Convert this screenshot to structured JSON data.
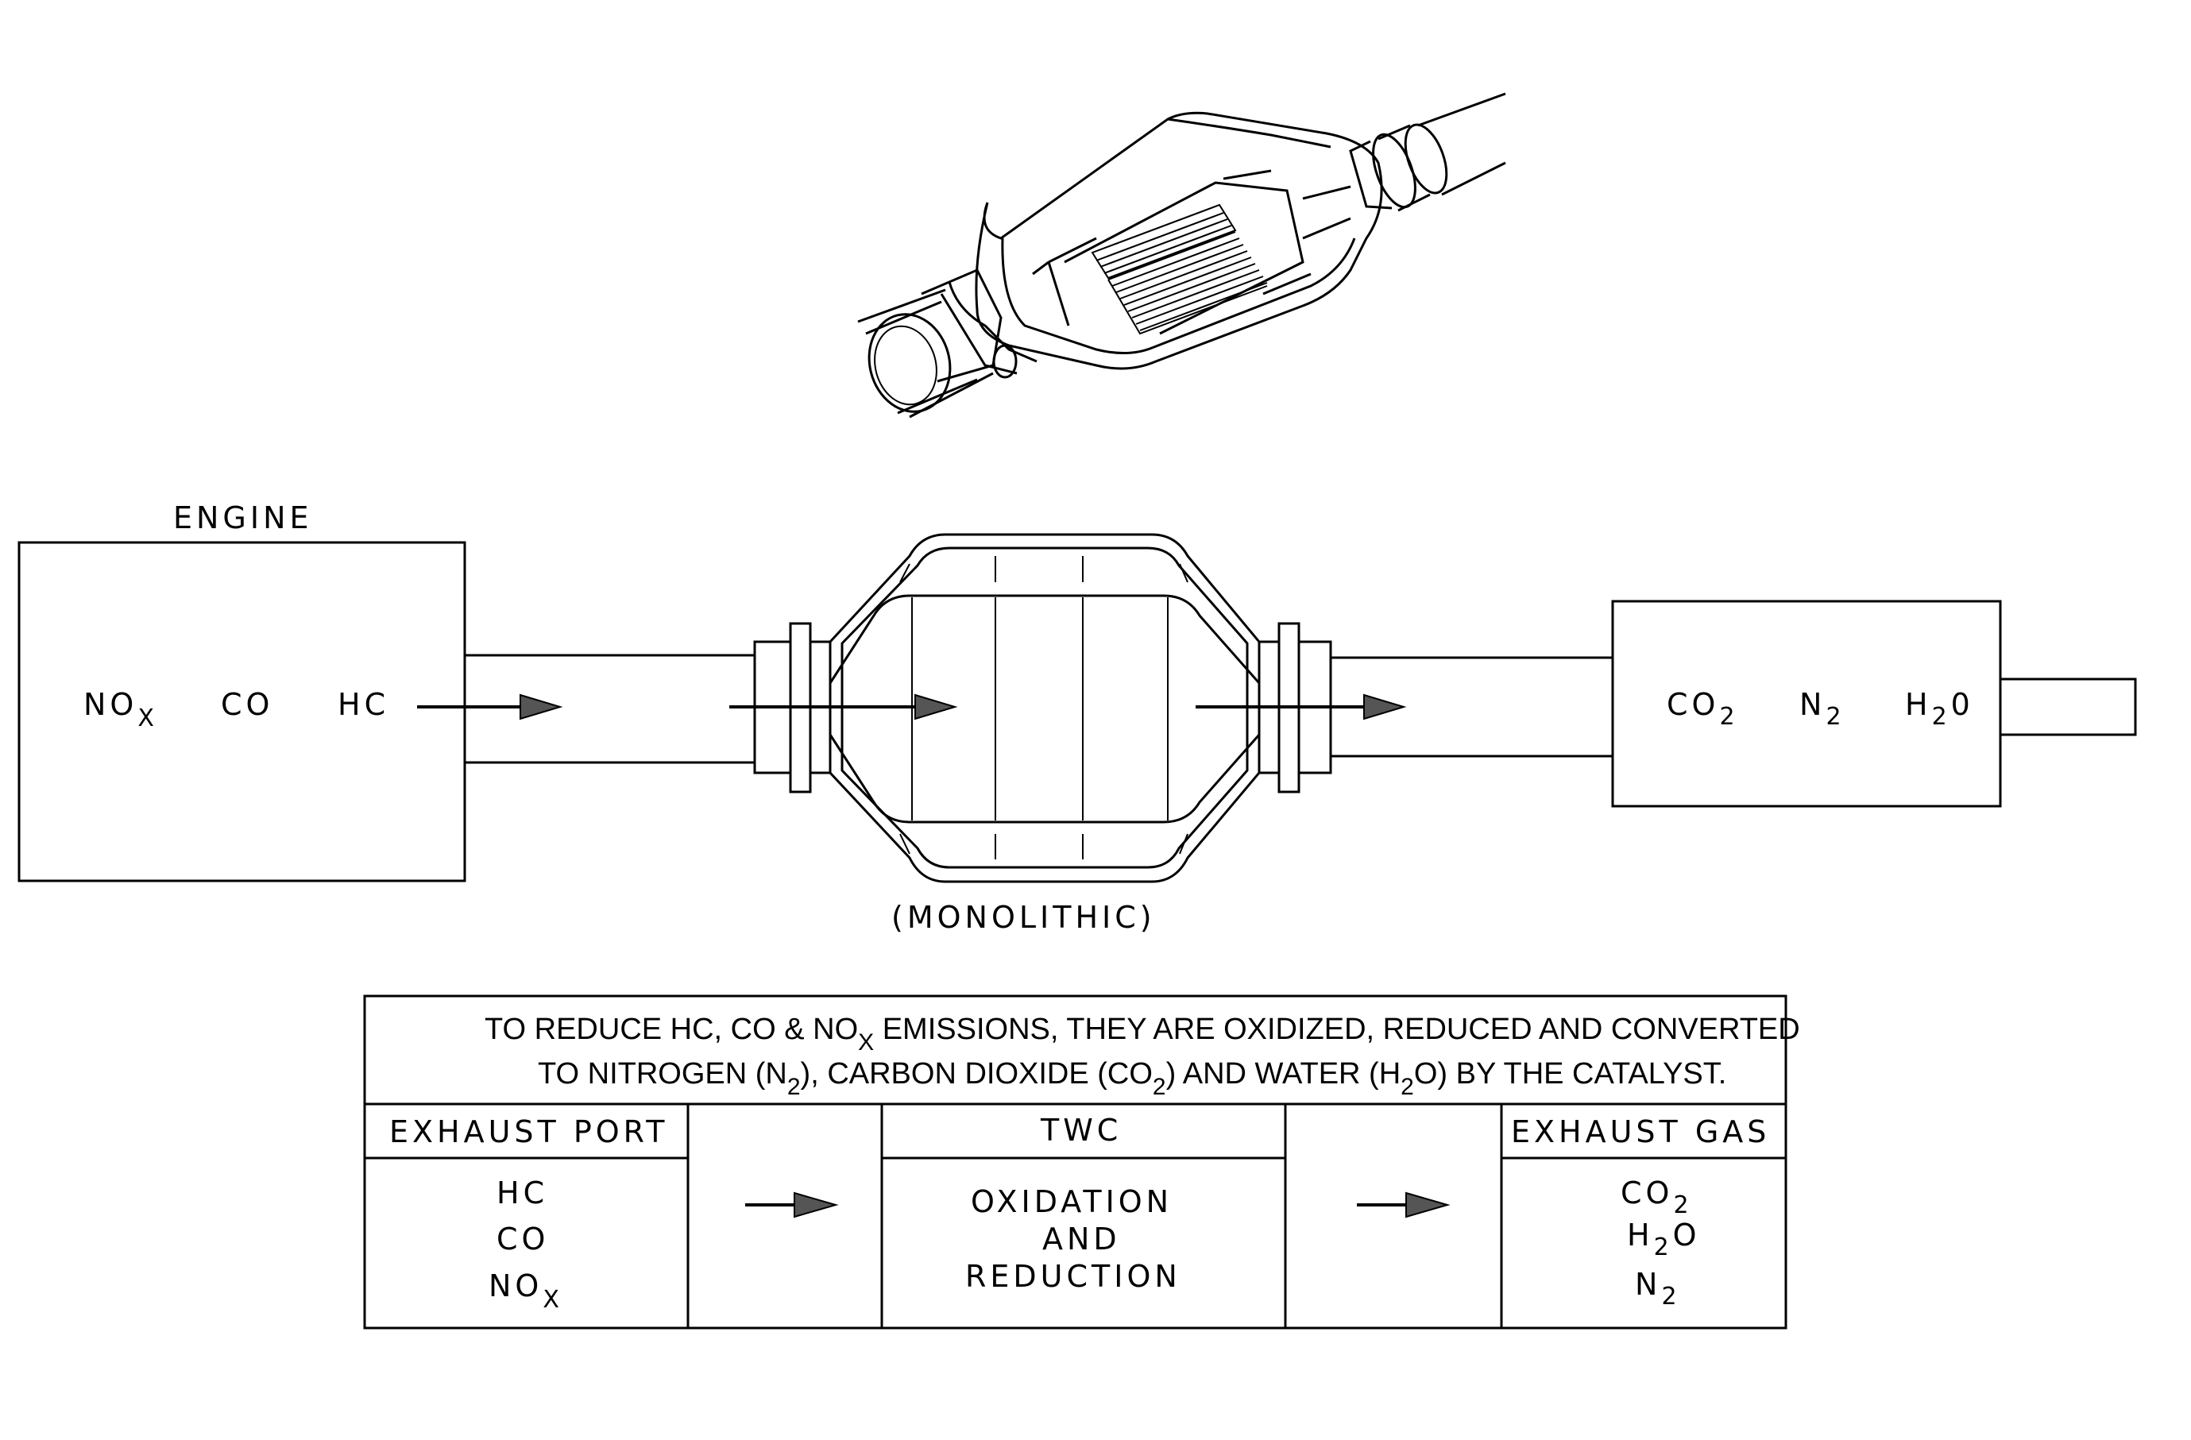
{
  "labels": {
    "engine": "ENGINE",
    "monolithic": "(MONOLITHIC)"
  },
  "engine_gases": {
    "nox": "NO",
    "nox_sub": "X",
    "co": "CO",
    "hc": "HC"
  },
  "output_gases": {
    "co2": "CO",
    "co2_sub": "2",
    "n2": "N",
    "n2_sub": "2",
    "h2o_h": "H",
    "h2o_sub": "2",
    "h2o_o": "0"
  },
  "table": {
    "note_line1_a": "TO REDUCE HC, CO & NO",
    "note_line1_sub": "X",
    "note_line1_b": " EMISSIONS, THEY ARE OXIDIZED,   REDUCED AND CONVERTED",
    "note_line2_a": "TO NITROGEN (N",
    "note_line2_sub1": "2",
    "note_line2_b": "), CARBON DIOXIDE (CO",
    "note_line2_sub2": "2",
    "note_line2_c": ") AND WATER (H",
    "note_line2_sub3": "2",
    "note_line2_d": "O) BY THE CATALYST.",
    "col1_header": "EXHAUST PORT",
    "col1_items": [
      "HC",
      "CO",
      "NO"
    ],
    "col1_nox_sub": "X",
    "col2_header": "TWC",
    "col2_items": [
      "OXIDATION",
      "AND",
      "REDUCTION"
    ],
    "col3_header": "EXHAUST GAS",
    "col3_co2": "CO",
    "col3_co2_sub": "2",
    "col3_h2o_h": "H",
    "col3_h2o_sub": "2",
    "col3_h2o_o": "O",
    "col3_n2": "N",
    "col3_n2_sub": "2"
  }
}
